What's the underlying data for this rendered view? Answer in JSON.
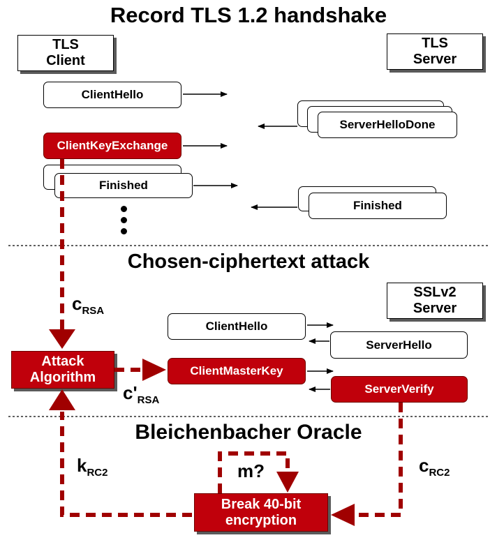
{
  "titles": {
    "record": "Record TLS 1.2 handshake",
    "attack": "Chosen-ciphertext attack",
    "oracle": "Bleichenbacher Oracle"
  },
  "parties": {
    "tls_client": "TLS\nClient",
    "tls_server": "TLS\nServer",
    "sslv2_server": "SSLv2\nServer",
    "attack_algorithm": "Attack\nAlgorithm",
    "break": "Break 40-bit\nencryption"
  },
  "messages": {
    "client_hello_tls": "ClientHello",
    "server_hello_done": "ServerHelloDone",
    "client_key_exchange": "ClientKeyExchange",
    "finished_client": "Finished",
    "finished_server": "Finished",
    "client_hello_ssl": "ClientHello",
    "server_hello_ssl": "ServerHello",
    "client_master_key": "ClientMasterKey",
    "server_verify": "ServerVerify"
  },
  "labels": {
    "c_rsa_base": "c",
    "c_rsa_sub": "RSA",
    "c_prime_base": "c'",
    "c_prime_sub": "RSA",
    "k_base": "k",
    "k_sub": "RC2",
    "m_query": "m?",
    "c_rc2_base": "c",
    "c_rc2_sub": "RC2"
  },
  "colors": {
    "accent_red": "#c0000b",
    "dashed_red": "#a00000",
    "shadow": "#5a5a5a"
  }
}
